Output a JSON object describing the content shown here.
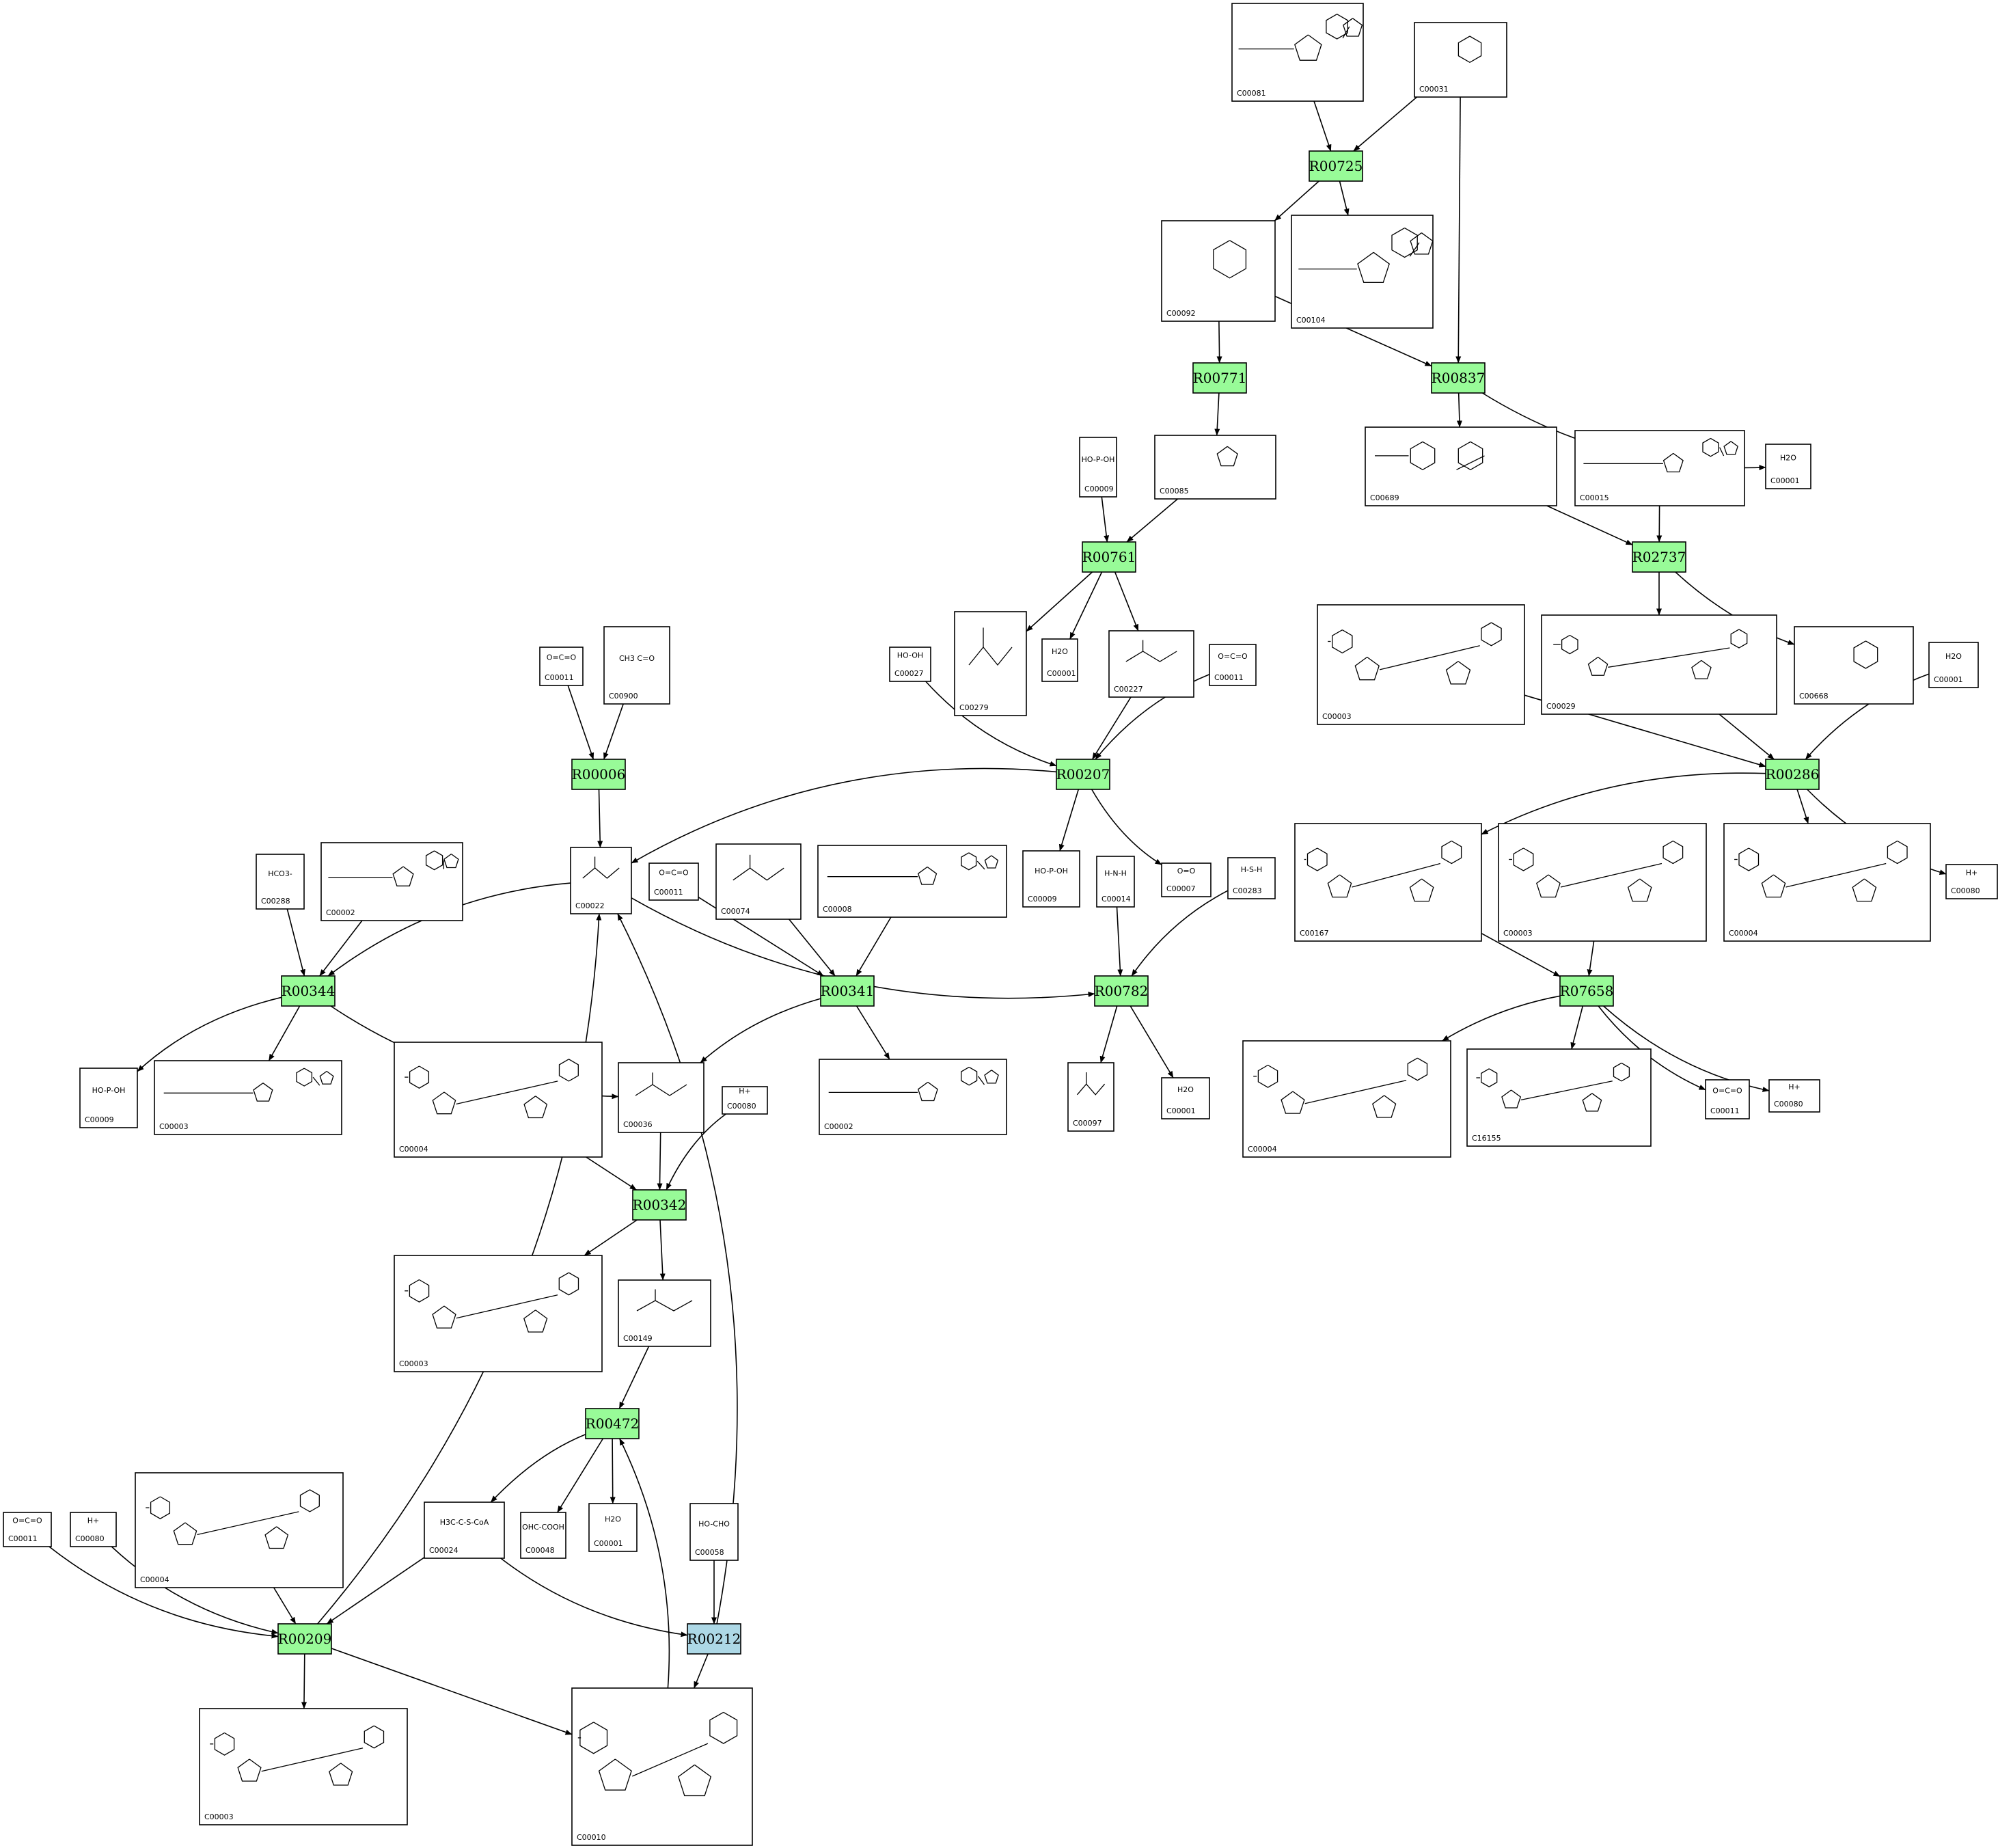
{
  "colors": {
    "reaction_fill": "#98fb98",
    "reaction_fill_alt": "#add8e6",
    "edge": "#000000",
    "background": "#ffffff"
  },
  "reactions": [
    {
      "id": "R00725",
      "kind": "main"
    },
    {
      "id": "R00771",
      "kind": "main"
    },
    {
      "id": "R00837",
      "kind": "main"
    },
    {
      "id": "R00761",
      "kind": "main"
    },
    {
      "id": "R02737",
      "kind": "main"
    },
    {
      "id": "R00006",
      "kind": "main"
    },
    {
      "id": "R00207",
      "kind": "main"
    },
    {
      "id": "R00286",
      "kind": "main"
    },
    {
      "id": "R00344",
      "kind": "main"
    },
    {
      "id": "R00341",
      "kind": "main"
    },
    {
      "id": "R00782",
      "kind": "main"
    },
    {
      "id": "R07658",
      "kind": "main"
    },
    {
      "id": "R00342",
      "kind": "main"
    },
    {
      "id": "R00472",
      "kind": "main"
    },
    {
      "id": "R00209",
      "kind": "main"
    },
    {
      "id": "R00212",
      "kind": "alt"
    }
  ],
  "compounds": [
    {
      "id": "n1",
      "label": "C00081",
      "structure": "nucleotide-triphosphate"
    },
    {
      "id": "n2",
      "label": "C00031",
      "structure": "sugar-ring"
    },
    {
      "id": "n3",
      "label": "C00092",
      "structure": "sugar-phosphate"
    },
    {
      "id": "n4",
      "label": "C00104",
      "structure": "nucleotide-diphosphate"
    },
    {
      "id": "n5",
      "label": "C00009",
      "structure": "phosphate",
      "text": "HO-P-OH"
    },
    {
      "id": "n6",
      "label": "C00085",
      "structure": "furanose-phosphate"
    },
    {
      "id": "n7",
      "label": "C00689",
      "structure": "disaccharide-phosphate"
    },
    {
      "id": "n8",
      "label": "C00015",
      "structure": "nucleotide-diphosphate"
    },
    {
      "id": "n9",
      "label": "C00001",
      "structure": "water",
      "text": "H2O"
    },
    {
      "id": "n10",
      "label": "C00279",
      "structure": "chain-phosphate"
    },
    {
      "id": "n11",
      "label": "C00001",
      "structure": "water",
      "text": "H2O"
    },
    {
      "id": "n12",
      "label": "C00227",
      "structure": "acyl-phosphate"
    },
    {
      "id": "n13",
      "label": "C00003",
      "structure": "dinucleotide"
    },
    {
      "id": "n14",
      "label": "C00029",
      "structure": "sugar-nucleotide"
    },
    {
      "id": "n15",
      "label": "C00668",
      "structure": "sugar-phosphate"
    },
    {
      "id": "n16",
      "label": "C00001",
      "structure": "water",
      "text": "H2O"
    },
    {
      "id": "n17",
      "label": "C00011",
      "structure": "small",
      "text": "O=C=O"
    },
    {
      "id": "n18",
      "label": "C00900",
      "structure": "small",
      "text": "CH3 C=O"
    },
    {
      "id": "n19",
      "label": "C00027",
      "structure": "small",
      "text": "HO-OH"
    },
    {
      "id": "n20",
      "label": "C00011",
      "structure": "small",
      "text": "O=C=O"
    },
    {
      "id": "n21",
      "label": "C00288",
      "structure": "small",
      "text": "HCO3-"
    },
    {
      "id": "n22",
      "label": "C00002",
      "structure": "nucleotide-triphosphate"
    },
    {
      "id": "n23",
      "label": "C00022",
      "structure": "keto-acid"
    },
    {
      "id": "n24",
      "label": "C00011",
      "structure": "small",
      "text": "O=C=O"
    },
    {
      "id": "n25",
      "label": "C00074",
      "structure": "acyl-phosphate"
    },
    {
      "id": "n26",
      "label": "C00008",
      "structure": "nucleotide-diphosphate"
    },
    {
      "id": "n27",
      "label": "C00009",
      "structure": "phosphate",
      "text": "HO-P-OH"
    },
    {
      "id": "n28",
      "label": "C00014",
      "structure": "small",
      "text": "H-N-H"
    },
    {
      "id": "n29",
      "label": "C00007",
      "structure": "small",
      "text": "O=O"
    },
    {
      "id": "n30",
      "label": "C00283",
      "structure": "small",
      "text": "H-S-H"
    },
    {
      "id": "n31",
      "label": "C00167",
      "structure": "sugar-nucleotide"
    },
    {
      "id": "n32",
      "label": "C00003",
      "structure": "dinucleotide"
    },
    {
      "id": "n33",
      "label": "C00004",
      "structure": "dinucleotide"
    },
    {
      "id": "n34",
      "label": "C00080",
      "structure": "small",
      "text": "H+"
    },
    {
      "id": "n35",
      "label": "C00009",
      "structure": "phosphate",
      "text": "HO-P-OH"
    },
    {
      "id": "n36",
      "label": "C00003",
      "structure": "nucleotide-diphosphate"
    },
    {
      "id": "n37",
      "label": "C00004",
      "structure": "dinucleotide"
    },
    {
      "id": "n38",
      "label": "C00036",
      "structure": "keto-acid"
    },
    {
      "id": "n39",
      "label": "C00080",
      "structure": "small",
      "text": "H+"
    },
    {
      "id": "n40",
      "label": "C00002",
      "structure": "nucleotide-triphosphate"
    },
    {
      "id": "n41",
      "label": "C00097",
      "structure": "amino-acid"
    },
    {
      "id": "n42",
      "label": "C00001",
      "structure": "water",
      "text": "H2O"
    },
    {
      "id": "n43",
      "label": "C00004",
      "structure": "dinucleotide"
    },
    {
      "id": "n44",
      "label": "C16155",
      "structure": "sugar-nucleotide"
    },
    {
      "id": "n45",
      "label": "C00011",
      "structure": "small",
      "text": "O=C=O"
    },
    {
      "id": "n46",
      "label": "C00080",
      "structure": "small",
      "text": "H+"
    },
    {
      "id": "n47",
      "label": "C00003",
      "structure": "dinucleotide"
    },
    {
      "id": "n48",
      "label": "C00149",
      "structure": "keto-acid"
    },
    {
      "id": "n49",
      "label": "C00011",
      "structure": "small",
      "text": "O=C=O"
    },
    {
      "id": "n50",
      "label": "C00080",
      "structure": "small",
      "text": "H+"
    },
    {
      "id": "n51",
      "label": "C00004",
      "structure": "dinucleotide"
    },
    {
      "id": "n52",
      "label": "C00024",
      "structure": "small",
      "text": "H3C-C-S-CoA"
    },
    {
      "id": "n53",
      "label": "C00048",
      "structure": "small",
      "text": "OHC-COOH"
    },
    {
      "id": "n54",
      "label": "C00001",
      "structure": "water",
      "text": "H2O"
    },
    {
      "id": "n55",
      "label": "C00058",
      "structure": "small",
      "text": "HO-CHO"
    },
    {
      "id": "n56",
      "label": "C00003",
      "structure": "dinucleotide"
    },
    {
      "id": "n57",
      "label": "C00010",
      "structure": "coenzyme"
    }
  ]
}
